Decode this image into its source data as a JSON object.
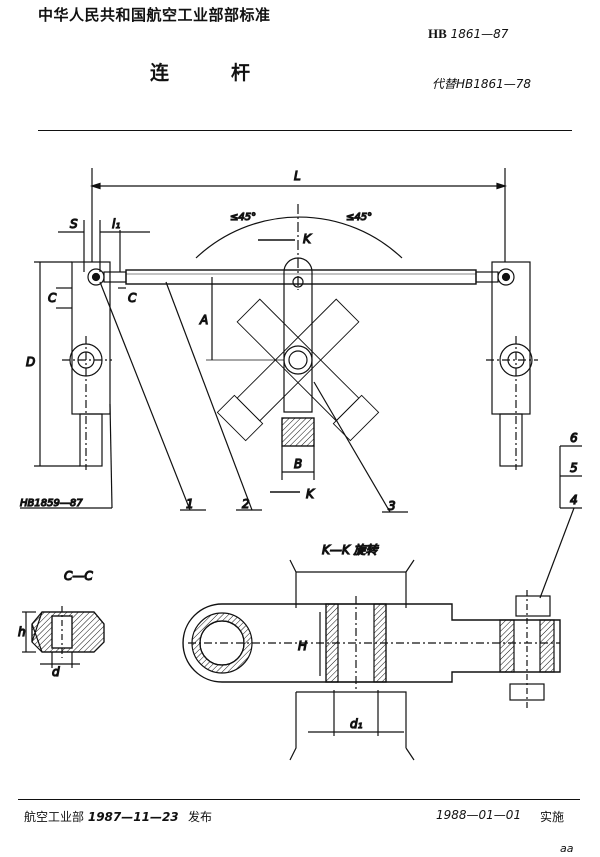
{
  "header": {
    "organization": "中华人民共和国航空工业部部标准",
    "standard_prefix": "HB",
    "standard_number": "1861—87",
    "title": "连杆",
    "replaces": "代替HB1861—78"
  },
  "drawing": {
    "dimension_labels": {
      "L": "L",
      "S": "S",
      "l1": "l₁",
      "C_left": "C",
      "C_right": "C",
      "A": "A",
      "D": "D",
      "B": "B",
      "K_top": "K",
      "K_bottom": "K",
      "angle_left": "≤45°",
      "angle_right": "≤45°",
      "h": "h",
      "d": "d",
      "H": "H",
      "d1": "d₁"
    },
    "reference_standard": "HB1859—87",
    "part_numbers": [
      "1",
      "2",
      "3",
      "4",
      "5",
      "6"
    ],
    "section_cc": "C—C",
    "section_kk": "K—K 旋转"
  },
  "footer": {
    "issuer": "航空工业部",
    "issue_date": "1987—11—23",
    "issue_label": "发布",
    "implement_date": "1988—01—01",
    "implement_label": "实施"
  },
  "page_mark": "aa"
}
